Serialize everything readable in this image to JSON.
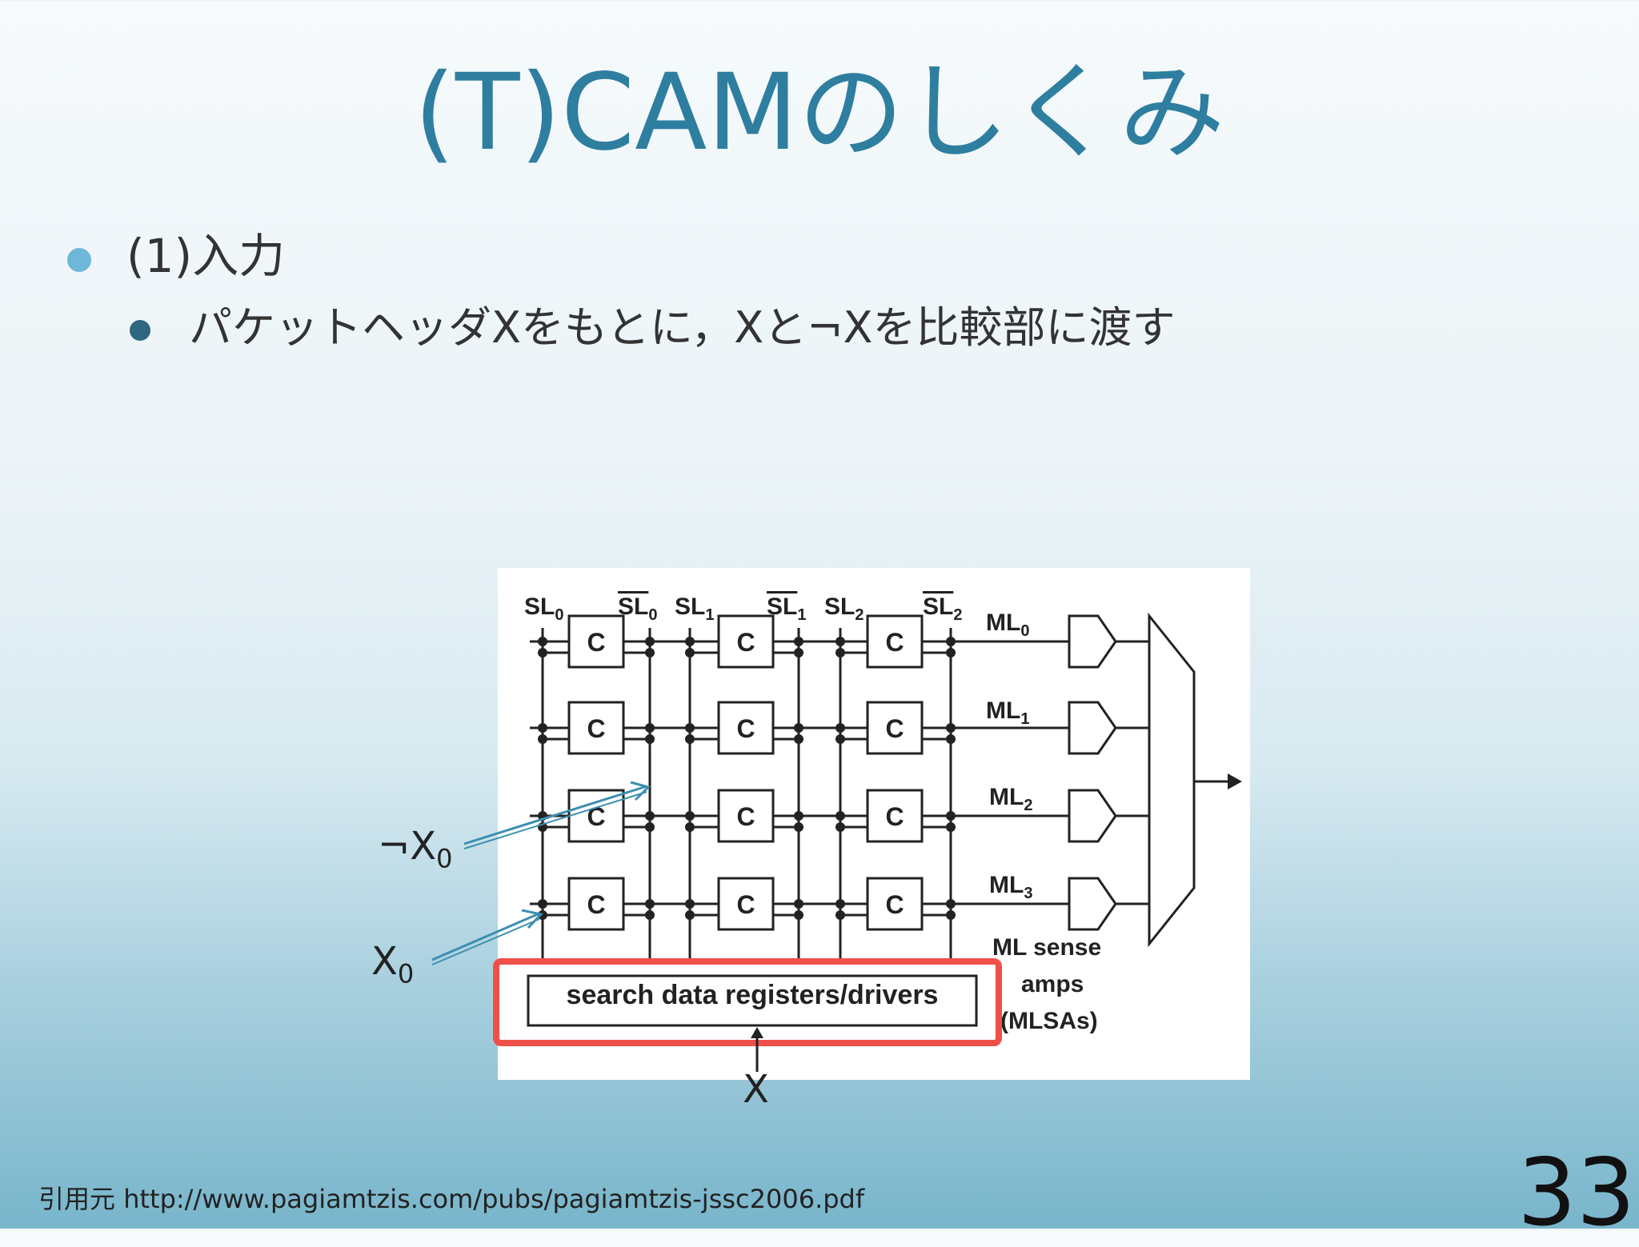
{
  "slide": {
    "title": "(T)CAMのしくみ",
    "bullet_level1": "(1)入力",
    "bullet_level2": "パケットヘッダXをもとに，Xと¬Xを比較部に渡す",
    "page_number": "33",
    "source_label": "引用元",
    "source_url": "http://www.pagiamtzis.com/pubs/pagiamtzis-jssc2006.pdf"
  },
  "diagram": {
    "search_lines": [
      {
        "name": "SL",
        "sub": "0",
        "bar": false
      },
      {
        "name": "SL",
        "sub": "0",
        "bar": true
      },
      {
        "name": "SL",
        "sub": "1",
        "bar": false
      },
      {
        "name": "SL",
        "sub": "1",
        "bar": true
      },
      {
        "name": "SL",
        "sub": "2",
        "bar": false
      },
      {
        "name": "SL",
        "sub": "2",
        "bar": true
      }
    ],
    "match_lines": [
      {
        "name": "ML",
        "sub": "0"
      },
      {
        "name": "ML",
        "sub": "1"
      },
      {
        "name": "ML",
        "sub": "2"
      },
      {
        "name": "ML",
        "sub": "3"
      }
    ],
    "cell_label": "C",
    "mlsa_label": [
      "ML sense",
      "amps",
      "(MLSAs)"
    ],
    "register_label": "search data registers/drivers",
    "input_label": "X",
    "neg_x0_label": "¬X",
    "neg_x0_sub": "0",
    "x0_label": "X",
    "x0_sub": "0",
    "highlight_color": "#f0504a",
    "arrow_color": "#3d8fb0"
  }
}
